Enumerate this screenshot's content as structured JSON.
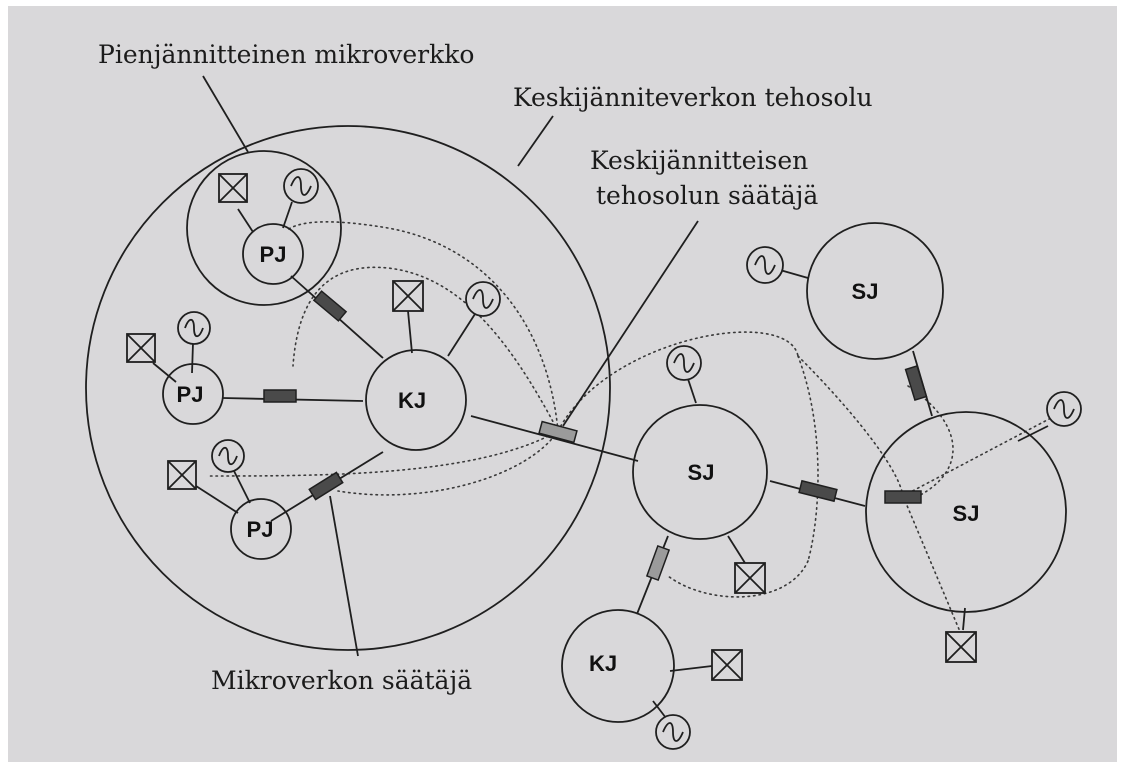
{
  "labels": {
    "low_voltage_microgrid": "Pienjännitteinen mikroverkko",
    "mv_power_cell": "Keskijänniteverkon tehosolu",
    "mv_cell_controller_line1": "Keskijännitteisen",
    "mv_cell_controller_line2": "tehosolun säätäjä",
    "microgrid_controller": "Mikroverkon säätäjä"
  },
  "nodes": {
    "pj": "PJ",
    "kj": "KJ",
    "sj": "SJ"
  },
  "icons": {
    "generator": "sine-wave-circle",
    "load": "crossed-box"
  },
  "colors": {
    "background": "#d9d8da",
    "line": "#1f1f1f",
    "controller_dark": "#4a4a4a",
    "controller_light": "#9b9b9b"
  }
}
